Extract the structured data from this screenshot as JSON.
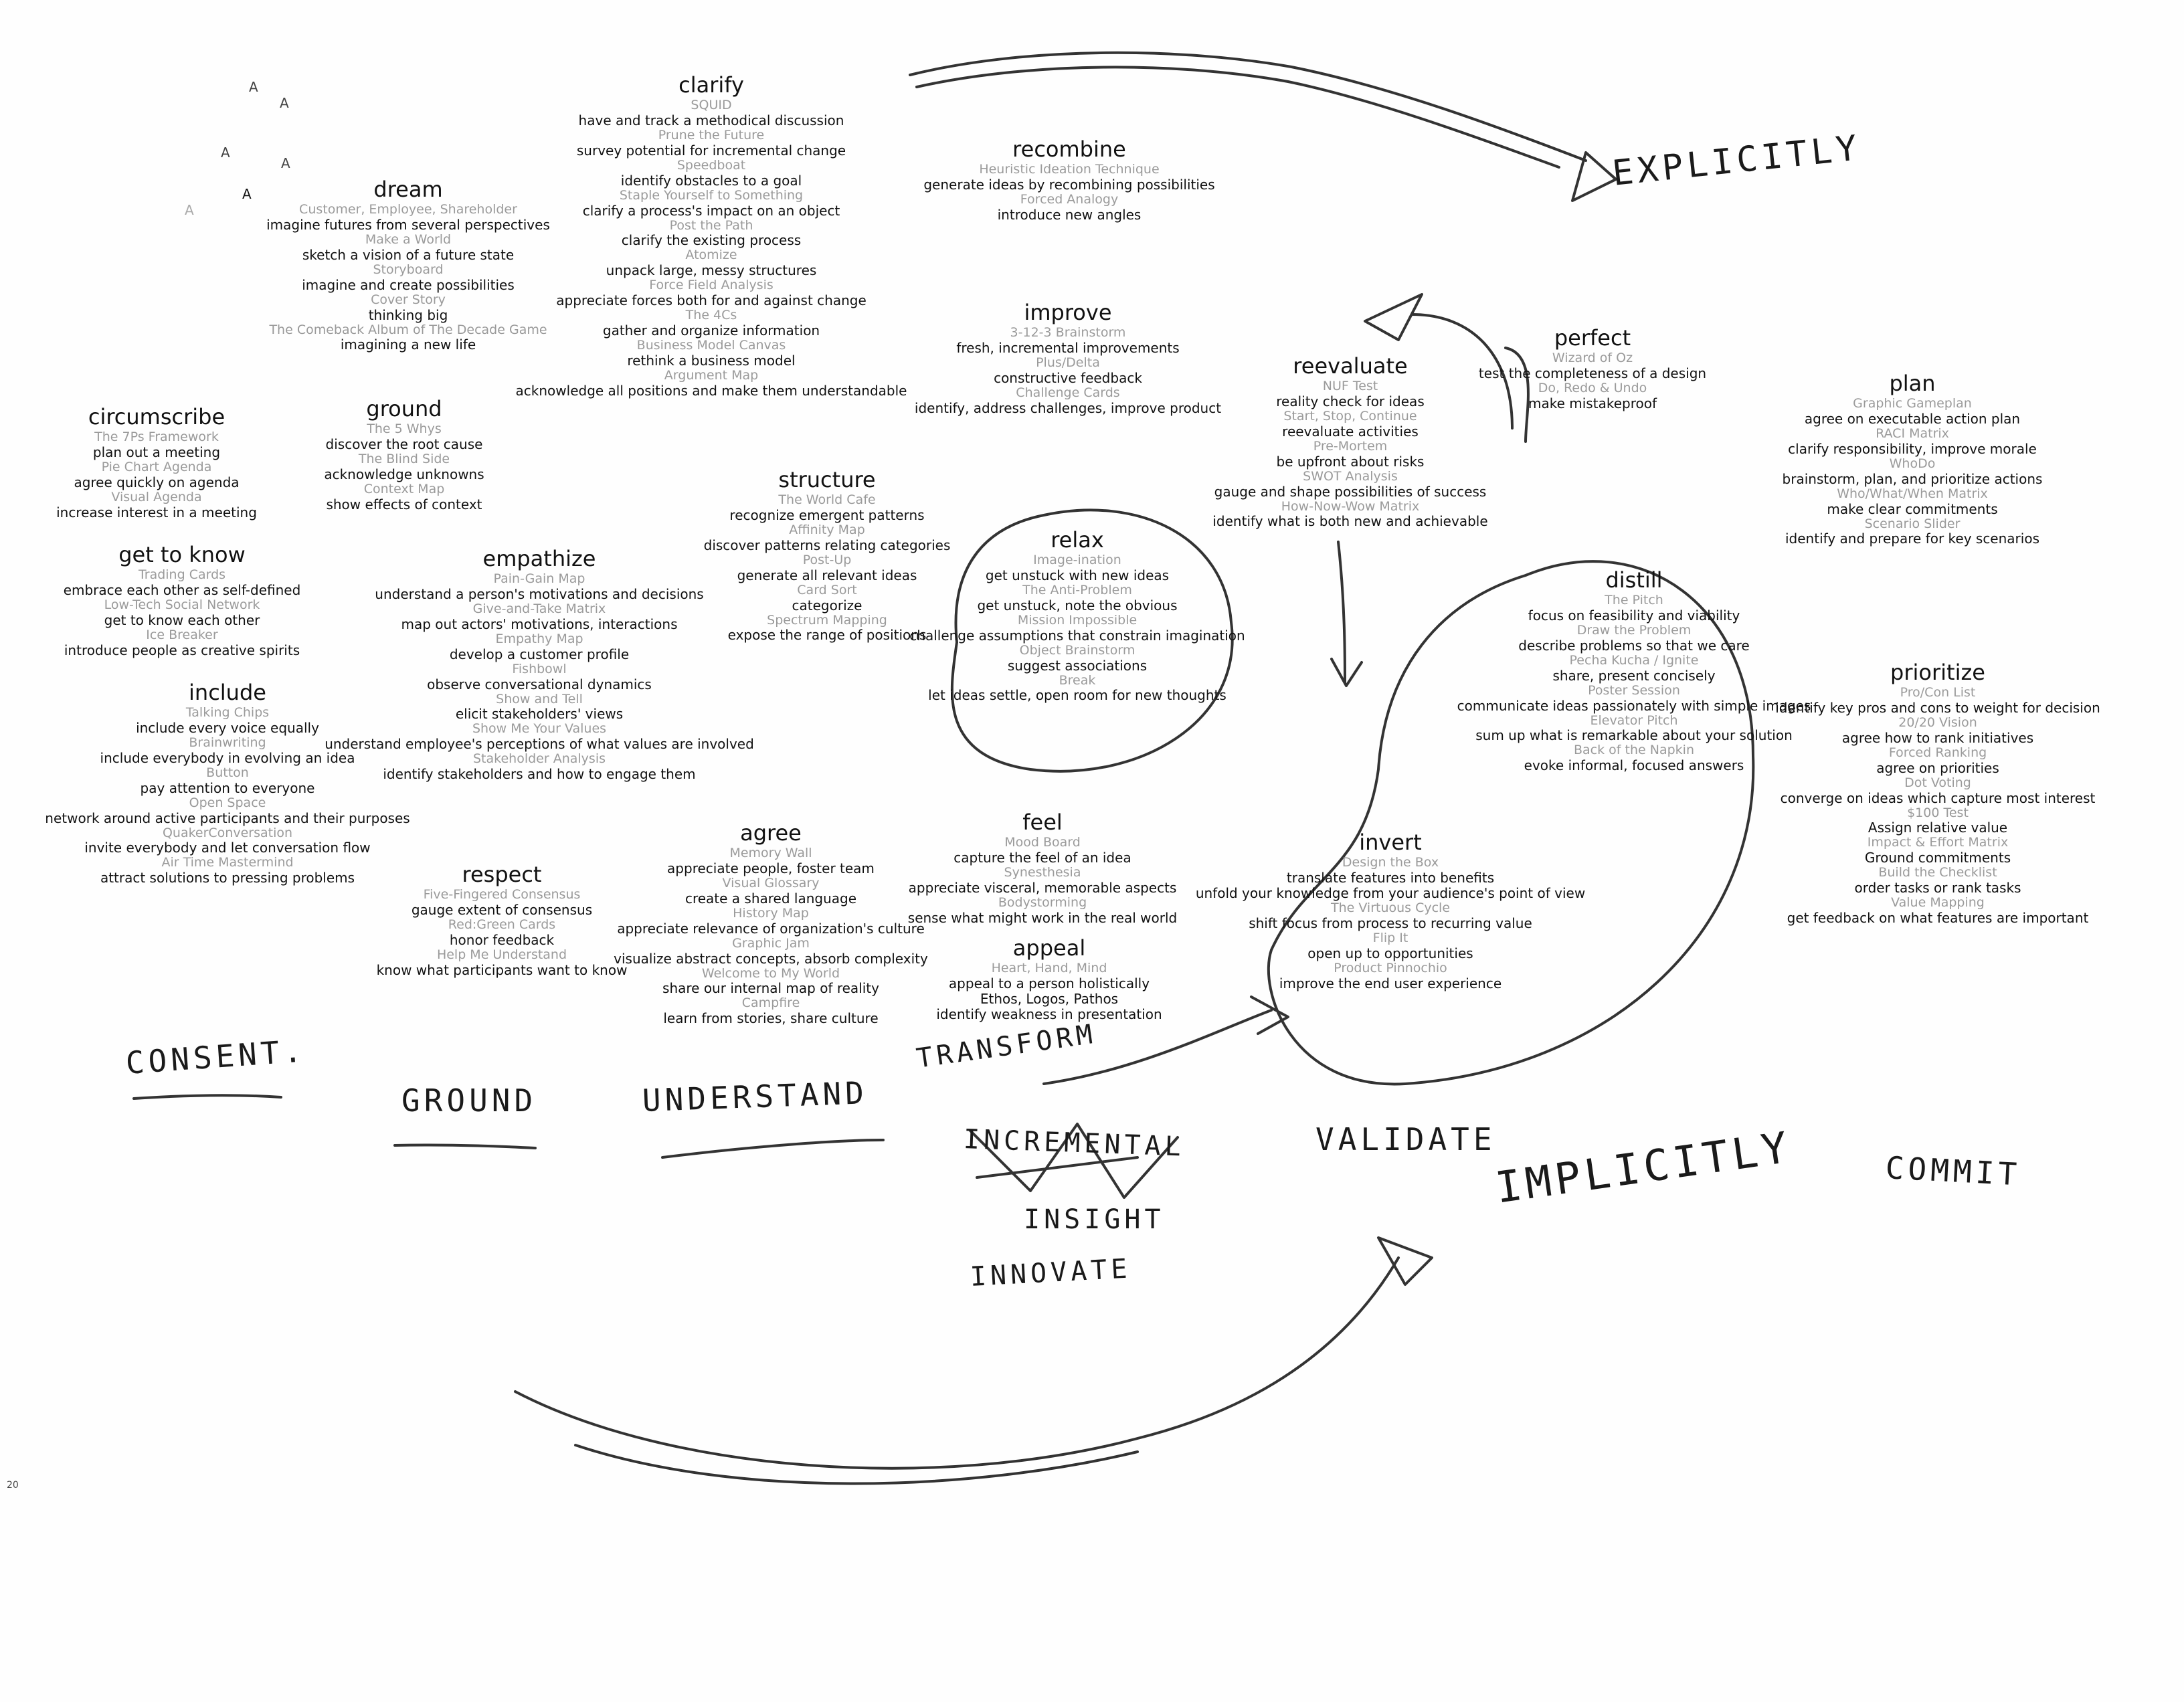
{
  "stray_marks": [
    "A",
    "A",
    "A",
    "A",
    "A",
    "A"
  ],
  "corner_note": "20",
  "groups": {
    "dream": {
      "title": "dream",
      "items": [
        {
          "method": "Customer, Employee, Shareholder",
          "desc": "imagine futures from several perspectives"
        },
        {
          "method": "Make a World",
          "desc": "sketch a vision of a future state"
        },
        {
          "method": "Storyboard",
          "desc": "imagine and create possibilities"
        },
        {
          "method": "Cover Story",
          "desc": "thinking big"
        },
        {
          "method": "The Comeback Album of The Decade Game",
          "desc": "imagining a new life"
        }
      ]
    },
    "clarify": {
      "title": "clarify",
      "items": [
        {
          "method": "SQUID",
          "desc": "have and track a methodical discussion"
        },
        {
          "method": "Prune the Future",
          "desc": "survey potential for incremental change"
        },
        {
          "method": "Speedboat",
          "desc": "identify obstacles to a goal"
        },
        {
          "method": "Staple Yourself to Something",
          "desc": "clarify a process's impact on an object"
        },
        {
          "method": "Post the Path",
          "desc": "clarify the existing process"
        },
        {
          "method": "Atomize",
          "desc": "unpack large, messy structures"
        },
        {
          "method": "Force Field Analysis",
          "desc": "appreciate forces both for and against change"
        },
        {
          "method": "The 4Cs",
          "desc": "gather and organize information"
        },
        {
          "method": "Business Model Canvas",
          "desc": "rethink a business model"
        },
        {
          "method": "Argument Map",
          "desc": "acknowledge all positions and make them understandable"
        }
      ]
    },
    "recombine": {
      "title": "recombine",
      "items": [
        {
          "method": "Heuristic Ideation Technique",
          "desc": "generate ideas by recombining possibilities"
        },
        {
          "method": "Forced Analogy",
          "desc": "introduce new angles"
        }
      ]
    },
    "improve": {
      "title": "improve",
      "items": [
        {
          "method": "3-12-3 Brainstorm",
          "desc": "fresh, incremental improvements"
        },
        {
          "method": "Plus/Delta",
          "desc": "constructive feedback"
        },
        {
          "method": "Challenge Cards",
          "desc": "identify, address challenges, improve product"
        }
      ]
    },
    "reevaluate": {
      "title": "reevaluate",
      "items": [
        {
          "method": "NUF Test",
          "desc": "reality check for ideas"
        },
        {
          "method": "Start, Stop, Continue",
          "desc": "reevaluate activities"
        },
        {
          "method": "Pre-Mortem",
          "desc": "be upfront about risks"
        },
        {
          "method": "SWOT Analysis",
          "desc": "gauge and shape possibilities of success"
        },
        {
          "method": "How-Now-Wow Matrix",
          "desc": "identify what is both new and achievable"
        }
      ]
    },
    "perfect": {
      "title": "perfect",
      "items": [
        {
          "method": "Wizard of Oz",
          "desc": "test the completeness of a design"
        },
        {
          "method": "Do, Redo & Undo",
          "desc": "make mistakeproof"
        }
      ]
    },
    "plan": {
      "title": "plan",
      "items": [
        {
          "method": "Graphic Gameplan",
          "desc": "agree on executable action plan"
        },
        {
          "method": "RACI Matrix",
          "desc": "clarify responsibility, improve morale"
        },
        {
          "method": "WhoDo",
          "desc": "brainstorm, plan, and prioritize actions"
        },
        {
          "method": "Who/What/When Matrix",
          "desc": "make clear commitments"
        },
        {
          "method": "Scenario Slider",
          "desc": "identify and prepare for key scenarios"
        }
      ]
    },
    "circumscribe": {
      "title": "circumscribe",
      "items": [
        {
          "method": "The 7Ps Framework",
          "desc": "plan out a meeting"
        },
        {
          "method": "Pie Chart Agenda",
          "desc": "agree quickly on agenda"
        },
        {
          "method": "Visual Agenda",
          "desc": "increase interest in a meeting"
        }
      ]
    },
    "ground": {
      "title": "ground",
      "items": [
        {
          "method": "The 5 Whys",
          "desc": "discover the root cause"
        },
        {
          "method": "The Blind Side",
          "desc": "acknowledge unknowns"
        },
        {
          "method": "Context Map",
          "desc": "show effects of context"
        }
      ]
    },
    "structure": {
      "title": "structure",
      "items": [
        {
          "method": "The World Cafe",
          "desc": "recognize emergent patterns"
        },
        {
          "method": "Affinity Map",
          "desc": "discover patterns relating categories"
        },
        {
          "method": "Post-Up",
          "desc": "generate all relevant ideas"
        },
        {
          "method": "Card Sort",
          "desc": "categorize"
        },
        {
          "method": "Spectrum Mapping",
          "desc": "expose the range of positions"
        }
      ]
    },
    "getknow": {
      "title": "get to know",
      "items": [
        {
          "method": "Trading Cards",
          "desc": "embrace each other as self-defined"
        },
        {
          "method": "Low-Tech Social Network",
          "desc": "get to know each other"
        },
        {
          "method": "Ice Breaker",
          "desc": "introduce people as creative spirits"
        }
      ]
    },
    "empathize": {
      "title": "empathize",
      "items": [
        {
          "method": "Pain-Gain Map",
          "desc": "understand a person's motivations and decisions"
        },
        {
          "method": "Give-and-Take Matrix",
          "desc": "map out actors' motivations, interactions"
        },
        {
          "method": "Empathy Map",
          "desc": "develop a customer profile"
        },
        {
          "method": "Fishbowl",
          "desc": "observe conversational dynamics"
        },
        {
          "method": "Show and Tell",
          "desc": "elicit stakeholders' views"
        },
        {
          "method": "Show Me Your Values",
          "desc": "understand employee's perceptions of what values are involved"
        },
        {
          "method": "Stakeholder Analysis",
          "desc": "identify stakeholders and how to engage them"
        }
      ]
    },
    "relax": {
      "title": "relax",
      "items": [
        {
          "method": "Image-ination",
          "desc": "get unstuck with new ideas"
        },
        {
          "method": "The Anti-Problem",
          "desc": "get unstuck, note the obvious"
        },
        {
          "method": "Mission Impossible",
          "desc": "challenge assumptions that constrain imagination"
        },
        {
          "method": "Object Brainstorm",
          "desc": "suggest associations"
        },
        {
          "method": "Break",
          "desc": "let ideas settle, open room for new thoughts"
        }
      ]
    },
    "distill": {
      "title": "distill",
      "items": [
        {
          "method": "The Pitch",
          "desc": "focus on feasibility and viability"
        },
        {
          "method": "Draw the Problem",
          "desc": "describe problems so that we care"
        },
        {
          "method": "Pecha Kucha / Ignite",
          "desc": "share, present concisely"
        },
        {
          "method": "Poster Session",
          "desc": "communicate ideas passionately with simple images"
        },
        {
          "method": "Elevator Pitch",
          "desc": "sum up what is remarkable about your solution"
        },
        {
          "method": "Back of the Napkin",
          "desc": "evoke informal, focused answers"
        }
      ]
    },
    "include": {
      "title": "include",
      "items": [
        {
          "method": "Talking Chips",
          "desc": "include every voice equally"
        },
        {
          "method": "Brainwriting",
          "desc": "include everybody in evolving an idea"
        },
        {
          "method": "Button",
          "desc": "pay attention to everyone"
        },
        {
          "method": "Open Space",
          "desc": "network around active participants and their purposes"
        },
        {
          "method": "QuakerConversation",
          "desc": "invite everybody and let conversation flow"
        },
        {
          "method": "Air Time Mastermind",
          "desc": "attract solutions to pressing problems"
        }
      ]
    },
    "prioritize": {
      "title": "prioritize",
      "items": [
        {
          "method": "Pro/Con List",
          "desc": "identify key pros and cons to weight for decision"
        },
        {
          "method": "20/20 Vision",
          "desc": "agree how to rank initiatives"
        },
        {
          "method": "Forced Ranking",
          "desc": "agree on priorities"
        },
        {
          "method": "Dot Voting",
          "desc": "converge on ideas which capture most interest"
        },
        {
          "method": "$100 Test",
          "desc": "Assign relative value"
        },
        {
          "method": "Impact & Effort Matrix",
          "desc": "Ground commitments"
        },
        {
          "method": "Build the Checklist",
          "desc": "order tasks or rank tasks"
        },
        {
          "method": "Value Mapping",
          "desc": "get feedback on what features are important"
        }
      ]
    },
    "respect": {
      "title": "respect",
      "items": [
        {
          "method": "Five-Fingered Consensus",
          "desc": "gauge extent of consensus"
        },
        {
          "method": "Red:Green Cards",
          "desc": "honor feedback"
        },
        {
          "method": "Help Me Understand",
          "desc": "know what participants want to know"
        }
      ]
    },
    "agree": {
      "title": "agree",
      "items": [
        {
          "method": "Memory Wall",
          "desc": "appreciate people, foster team"
        },
        {
          "method": "Visual Glossary",
          "desc": "create a shared language"
        },
        {
          "method": "History Map",
          "desc": "appreciate relevance of organization's culture"
        },
        {
          "method": "Graphic Jam",
          "desc": "visualize abstract concepts, absorb complexity"
        },
        {
          "method": "Welcome to My World",
          "desc": "share our internal map of reality"
        },
        {
          "method": "Campfire",
          "desc": "learn from stories, share culture"
        }
      ]
    },
    "feel": {
      "title": "feel",
      "items": [
        {
          "method": "Mood Board",
          "desc": "capture the feel of an idea"
        },
        {
          "method": "Synesthesia",
          "desc": "appreciate visceral, memorable aspects"
        },
        {
          "method": "Bodystorming",
          "desc": "sense what might work in the real world"
        }
      ]
    },
    "appeal": {
      "title": "appeal",
      "items": [
        {
          "method": "Heart, Hand, Mind",
          "desc": "appeal to a person holistically"
        },
        {
          "method": "",
          "desc": "Ethos, Logos, Pathos"
        },
        {
          "method": "",
          "desc": "identify weakness in presentation"
        }
      ]
    },
    "invert": {
      "title": "invert",
      "items": [
        {
          "method": "Design the Box",
          "desc": "translate features into benefits"
        },
        {
          "method": "",
          "desc": "unfold your knowledge from your audience's point of view"
        },
        {
          "method": "The Virtuous Cycle",
          "desc": "shift focus from process to recurring value"
        },
        {
          "method": "Flip It",
          "desc": "open up to opportunities"
        },
        {
          "method": "Product Pinnochio",
          "desc": "improve the end user experience"
        }
      ]
    }
  },
  "handwriting": {
    "explicitly": "EXPLICITLY",
    "implicitly": "IMPLICITLY",
    "consent": "CONSENT.",
    "ground": "GROUND",
    "understand": "UNDERSTAND",
    "transform": "TRANSFORM",
    "incremental": "INCREMENTAL",
    "insight": "INSIGHT",
    "innovate": "INNOVATE",
    "validate": "VALIDATE",
    "commit": "COMMIT"
  }
}
